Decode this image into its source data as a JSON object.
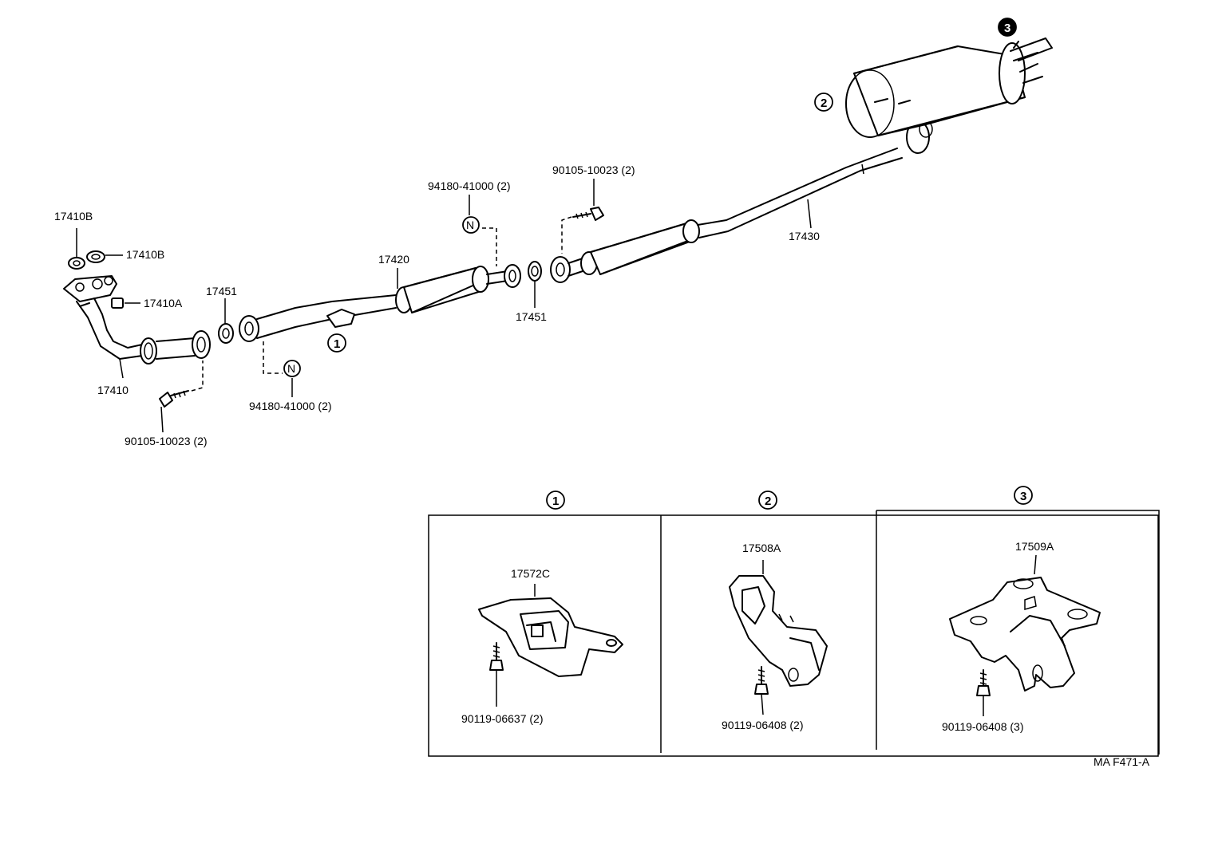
{
  "labels": {
    "p17410B_a": "17410B",
    "p17410B_b": "17410B",
    "p17410A": "17410A",
    "p17410": "17410",
    "p17451_a": "17451",
    "p17451_b": "17451",
    "p17420": "17420",
    "p17430": "17430",
    "p90105_top": "90105-10023 (2)",
    "p90105_bottom": "90105-10023 (2)",
    "p94180_top": "94180-41000 (2)",
    "p94180_bottom": "94180-41000 (2)",
    "nut_symbol": "N",
    "p17572C": "17572C",
    "p90119_06637": "90119-06637 (2)",
    "p17508A": "17508A",
    "p90119_06408_2": "90119-06408 (2)",
    "p17509A": "17509A",
    "p90119_06408_3": "90119-06408 (3)",
    "ref_code": "MA F471-A"
  },
  "callouts": {
    "c1": "1",
    "c2": "2",
    "c3": "3"
  },
  "detail_panels": [
    {
      "callout": "1"
    },
    {
      "callout": "2"
    },
    {
      "callout": "3"
    }
  ]
}
